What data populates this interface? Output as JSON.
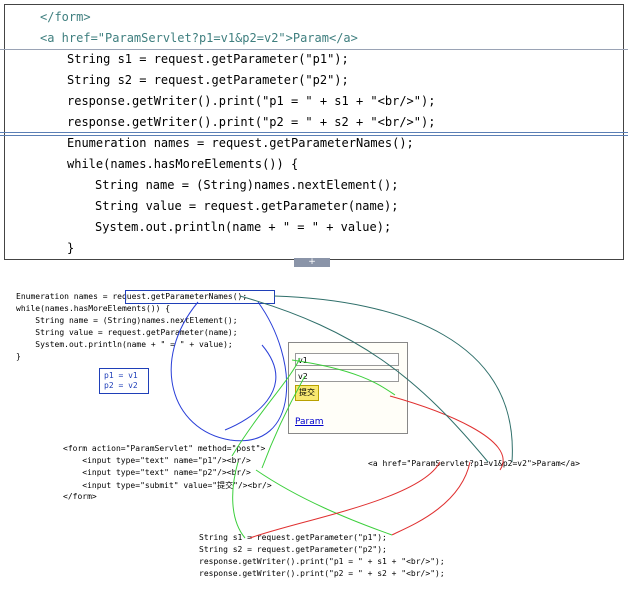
{
  "top_code": {
    "l1": "</form>",
    "l2": "<a href=\"ParamServlet?p1=v1&p2=v2\">Param</a>",
    "l3": "String s1 = request.getParameter(\"p1\");",
    "l4": "String s2 = request.getParameter(\"p2\");",
    "l5": "response.getWriter().print(\"p1 = \" + s1 + \"<br/>\");",
    "l6": "response.getWriter().print(\"p2 = \" + s2 + \"<br/>\");",
    "l7": "Enumeration names = request.getParameterNames();",
    "l8": "while(names.hasMoreElements()) {",
    "l9": "String name = (String)names.nextElement();",
    "l10": "String value = request.getParameter(name);",
    "l11": "System.out.println(name + \" = \" + value);",
    "l12": "}"
  },
  "handle": {
    "label": "+"
  },
  "diagram_code": {
    "d1": "Enumeration names = request.getParameterNames();",
    "d2": "while(names.hasMoreElements()) {",
    "d3": "    String name = (String)names.nextElement();",
    "d4": "    String value = request.getParameter(name);",
    "d5": "    System.out.println(name + \" = \" + value);",
    "d6": "}"
  },
  "output_box": {
    "o1": "p1 = v1",
    "o2": "p2 = v2"
  },
  "form_code": {
    "f1": "<form action=\"ParamServlet\" method=\"post\">",
    "f2": "    <input type=\"text\" name=\"p1\"/><br/>",
    "f3": "    <input type=\"text\" name=\"p2\"/><br/>",
    "f4": "    <input type=\"submit\" value=\"提交\"/><br/>",
    "f5": "</form>"
  },
  "anchor_code": "<a href=\"ParamServlet?p1=v1&p2=v2\">Param</a>",
  "servlet_code": {
    "s1": "String s1 = request.getParameter(\"p1\");",
    "s2": "String s2 = request.getParameter(\"p2\");",
    "s3": "response.getWriter().print(\"p1 = \" + s1 + \"<br/>\");",
    "s4": "response.getWriter().print(\"p2 = \" + s2 + \"<br/>\");"
  },
  "browser_mock": {
    "field1_value": "v1",
    "field2_value": "v2",
    "submit_label": "提交",
    "link_text": "Param"
  },
  "colors": {
    "blue_lines": "#2a3fd8",
    "green_lines": "#3ccf3c",
    "red_lines": "#e03030",
    "teal_lines": "#2f6f6a"
  }
}
